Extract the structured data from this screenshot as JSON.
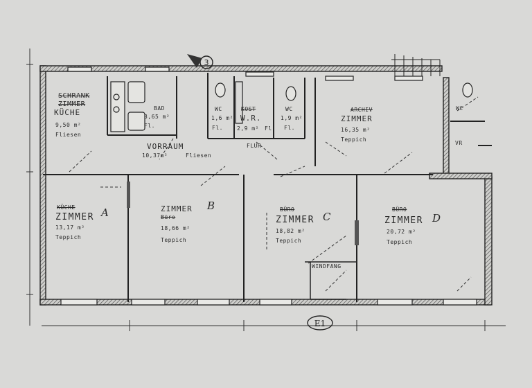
{
  "plan": {
    "entrance_marker": "3",
    "exit_marker": "E1",
    "rooms": {
      "kitchen": {
        "old_name": "SCHRANK",
        "line2": "ZIMMER",
        "name": "KÜCHE",
        "area": "9,50 m²",
        "floor": "Fliesen"
      },
      "bath": {
        "name": "BAD",
        "area": "3,65 m²",
        "floor": "Fl."
      },
      "wc1": {
        "name": "WC",
        "area": "1,6 m²",
        "floor": "Fl."
      },
      "wr": {
        "old_name": "KOST",
        "name": "W.R.",
        "area": "2,9 m²",
        "floor": "Fl."
      },
      "wc2": {
        "name": "WC",
        "area": "1,9 m²",
        "floor": "Fl."
      },
      "archiv": {
        "old_name": "ARCHIV",
        "name": "ZIMMER",
        "area": "16,35 m²",
        "floor": "Teppich"
      },
      "wc3": {
        "name": "WC"
      },
      "vr": {
        "name": "VR"
      },
      "vorraum": {
        "name": "VORRAUM",
        "area": "10,37m²",
        "floor": "Fliesen"
      },
      "flur": {
        "name": "FLUR"
      },
      "zimmer_a": {
        "old_name": "KÜCHE",
        "name": "ZIMMER",
        "letter": "A",
        "area": "13,17 m²",
        "floor": "Teppich"
      },
      "zimmer_b": {
        "name": "ZIMMER",
        "letter": "B",
        "old_name": "Büro",
        "area": "18,66 m²",
        "floor": "Teppich"
      },
      "zimmer_c": {
        "old_name": "BÜRO",
        "name": "ZIMMER",
        "letter": "C",
        "area": "18,82 m²",
        "floor": "Teppich"
      },
      "zimmer_d": {
        "old_name": "BÜRO",
        "name": "ZIMMER",
        "letter": "D",
        "area": "20,72 m²",
        "floor": "Teppich"
      },
      "windfang": {
        "name": "WINDFANG"
      }
    }
  }
}
